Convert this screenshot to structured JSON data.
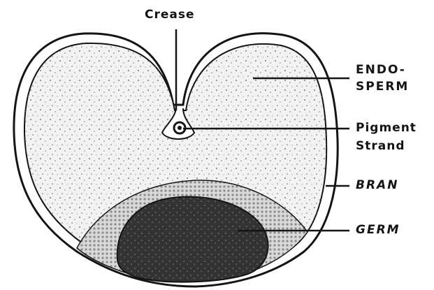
{
  "labels": {
    "crease": "Crease",
    "endosperm_line1": "ENDO-",
    "endosperm_line2": "SPERM",
    "pigment_line1": "Pigment",
    "pigment_line2": "Strand",
    "bran": "BRAN",
    "germ": "GERM"
  },
  "colors": {
    "ink": "#141414",
    "endosperm_fill": "#f2f2f2",
    "aleurone_fill": "#d6d6d6",
    "germ_fill": "#3a3a3a",
    "background": "#ffffff"
  }
}
